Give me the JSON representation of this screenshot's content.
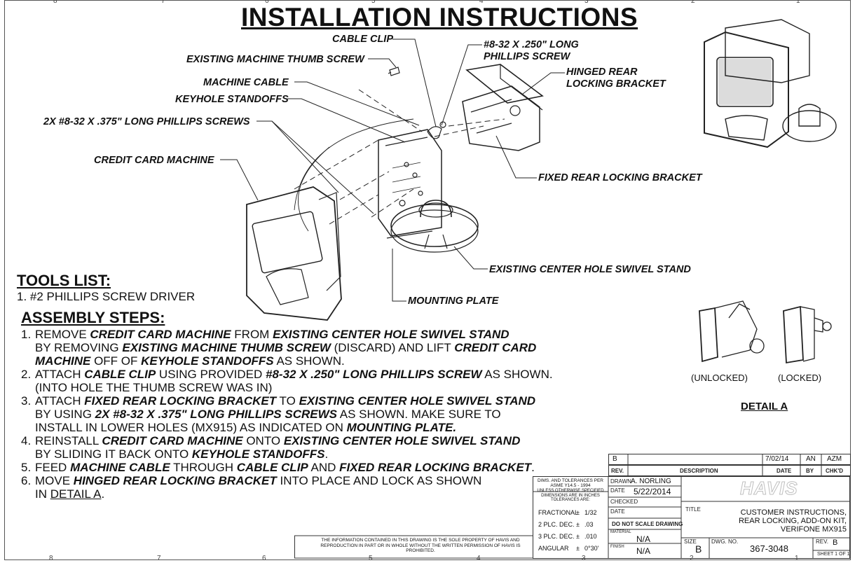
{
  "title": "INSTALLATION INSTRUCTIONS",
  "zone_numbers_top": [
    "8",
    "7",
    "6",
    "5",
    "4",
    "3",
    "2",
    "1"
  ],
  "zone_numbers_bottom": [
    "8",
    "7",
    "6",
    "5",
    "4",
    "3",
    "2",
    "1"
  ],
  "callouts": {
    "cable_clip": "CABLE CLIP",
    "thumb_screw": "EXISTING MACHINE THUMB SCREW",
    "machine_cable": "MACHINE CABLE",
    "keyhole": "KEYHOLE STANDOFFS",
    "screws_375": "2X #8-32 X .375\" LONG PHILLIPS SCREWS",
    "credit_card_machine": "CREDIT CARD MACHINE",
    "screw_250_l1": "#8-32 X .250\" LONG",
    "screw_250_l2": "PHILLIPS SCREW",
    "hinged_l1": "HINGED REAR",
    "hinged_l2": "LOCKING BRACKET",
    "fixed_bracket": "FIXED REAR LOCKING BRACKET",
    "swivel_stand": "EXISTING CENTER HOLE SWIVEL STAND",
    "mounting_plate": "MOUNTING PLATE"
  },
  "tools": {
    "heading": "TOOLS LIST:",
    "items": [
      "1. #2 PHILLIPS SCREW DRIVER"
    ]
  },
  "assembly": {
    "heading": "ASSEMBLY STEPS:",
    "steps": [
      {
        "n": "1.",
        "lines": [
          [
            [
              "t",
              "REMOVE "
            ],
            [
              "b",
              "CREDIT CARD MACHINE"
            ],
            [
              "t",
              " FROM "
            ],
            [
              "b",
              "EXISTING CENTER HOLE SWIVEL STAND"
            ]
          ],
          [
            [
              "t",
              "BY REMOVING "
            ],
            [
              "b",
              "EXISTING MACHINE THUMB SCREW"
            ],
            [
              "t",
              " (DISCARD) AND LIFT "
            ],
            [
              "b",
              "CREDIT CARD"
            ]
          ],
          [
            [
              "b",
              "MACHINE"
            ],
            [
              "t",
              " OFF OF "
            ],
            [
              "b",
              "KEYHOLE STANDOFFS"
            ],
            [
              "t",
              " AS SHOWN."
            ]
          ]
        ]
      },
      {
        "n": "2.",
        "lines": [
          [
            [
              "t",
              "ATTACH "
            ],
            [
              "b",
              "CABLE CLIP"
            ],
            [
              "t",
              " USING PROVIDED "
            ],
            [
              "b",
              "#8-32 X .250\" LONG PHILLIPS SCREW"
            ],
            [
              "t",
              " AS SHOWN."
            ]
          ],
          [
            [
              "t",
              "(INTO HOLE THE THUMB SCREW WAS IN)"
            ]
          ]
        ]
      },
      {
        "n": "3.",
        "lines": [
          [
            [
              "t",
              "ATTACH "
            ],
            [
              "b",
              "FIXED REAR LOCKING BRACKET"
            ],
            [
              "t",
              " TO "
            ],
            [
              "b",
              "EXISTING CENTER HOLE SWIVEL STAND"
            ]
          ],
          [
            [
              "t",
              "BY USING "
            ],
            [
              "b",
              "2X #8-32 X .375\" LONG PHILLIPS SCREWS"
            ],
            [
              "t",
              " AS SHOWN. MAKE SURE TO"
            ]
          ],
          [
            [
              "t",
              "INSTALL IN LOWER HOLES (MX915) AS INDICATED ON "
            ],
            [
              "b",
              "MOUNTING PLATE."
            ]
          ]
        ]
      },
      {
        "n": "4.",
        "lines": [
          [
            [
              "t",
              "REINSTALL "
            ],
            [
              "b",
              "CREDIT CARD MACHINE"
            ],
            [
              "t",
              " ONTO "
            ],
            [
              "b",
              "EXISTING CENTER HOLE SWIVEL STAND"
            ]
          ],
          [
            [
              "t",
              "BY SLIDING IT BACK ONTO "
            ],
            [
              "b",
              "KEYHOLE STANDOFFS"
            ],
            [
              "t",
              "."
            ]
          ]
        ]
      },
      {
        "n": "5.",
        "lines": [
          [
            [
              "t",
              "FEED "
            ],
            [
              "b",
              "MACHINE CABLE"
            ],
            [
              "t",
              " THROUGH "
            ],
            [
              "b",
              "CABLE CLIP"
            ],
            [
              "t",
              " AND "
            ],
            [
              "b",
              "FIXED REAR LOCKING BRACKET"
            ],
            [
              "t",
              "."
            ]
          ]
        ]
      },
      {
        "n": "6.",
        "lines": [
          [
            [
              "t",
              "MOVE "
            ],
            [
              "b",
              "HINGED REAR LOCKING BRACKET"
            ],
            [
              "t",
              " INTO PLACE AND LOCK AS SHOWN"
            ]
          ],
          [
            [
              "t",
              "IN "
            ],
            [
              "u",
              "DETAIL A"
            ],
            [
              "t",
              "."
            ]
          ]
        ]
      }
    ]
  },
  "detail": {
    "unlocked": "(UNLOCKED)",
    "locked": "(LOCKED)",
    "label": "DETAIL A"
  },
  "revision": {
    "rev": "B",
    "date": "7/02/14",
    "by": "AN",
    "chkd": "AZM",
    "headers": {
      "rev": "REV.",
      "description": "DESCRIPTION",
      "date": "DATE",
      "by": "BY",
      "chkd": "CHK'D"
    }
  },
  "title_block": {
    "dims_note": "DIMS. AND TOLERANCES PER ASME Y14.5 - 1994",
    "units_note": "UNLESS OTHERWISE SPECIFIED DIMENSIONS ARE IN INCHES TOLERANCES ARE:",
    "tolerances": [
      {
        "label": "FRACTIONAL",
        "pm": "±",
        "val": "1/32"
      },
      {
        "label": "2 PLC. DEC.",
        "pm": "±",
        "val": ".03"
      },
      {
        "label": "3 PLC. DEC.",
        "pm": "±",
        "val": ".010"
      },
      {
        "label": "ANGULAR",
        "pm": "±",
        "val": "0°30'"
      }
    ],
    "drawn_label": "DRAWN",
    "drawn_by": "A. NORLING",
    "date_label": "DATE",
    "date_value": "5/22/2014",
    "checked_label": "CHECKED",
    "date2_label": "DATE",
    "no_scale": "DO NOT SCALE DRAWING",
    "material_label": "MATERIAL",
    "material": "N/A",
    "finish_label": "FINISH",
    "finish": "N/A",
    "logo": "HAVIS",
    "title_label": "TITLE",
    "title_lines": [
      "CUSTOMER INSTRUCTIONS,",
      "REAR LOCKING, ADD-ON KIT,",
      "VERIFONE MX915"
    ],
    "size_label": "SIZE",
    "size": "B",
    "dwg_label": "DWG. NO.",
    "dwg_no": "367-3048",
    "rev_label": "REV.",
    "rev": "B",
    "sheet": "SHEET 1 OF 1",
    "proprietary": "THE INFORMATION CONTAINED IN THIS DRAWING IS THE SOLE PROPERTY OF HAVIS AND REPRODUCTION IN PART OR IN WHOLE WITHOUT THE WRITTEN PERMISSION OF HAVIS IS PROHIBITED."
  },
  "colors": {
    "ink": "#111111",
    "line": "#222222",
    "logo": "#bfbfbf"
  }
}
